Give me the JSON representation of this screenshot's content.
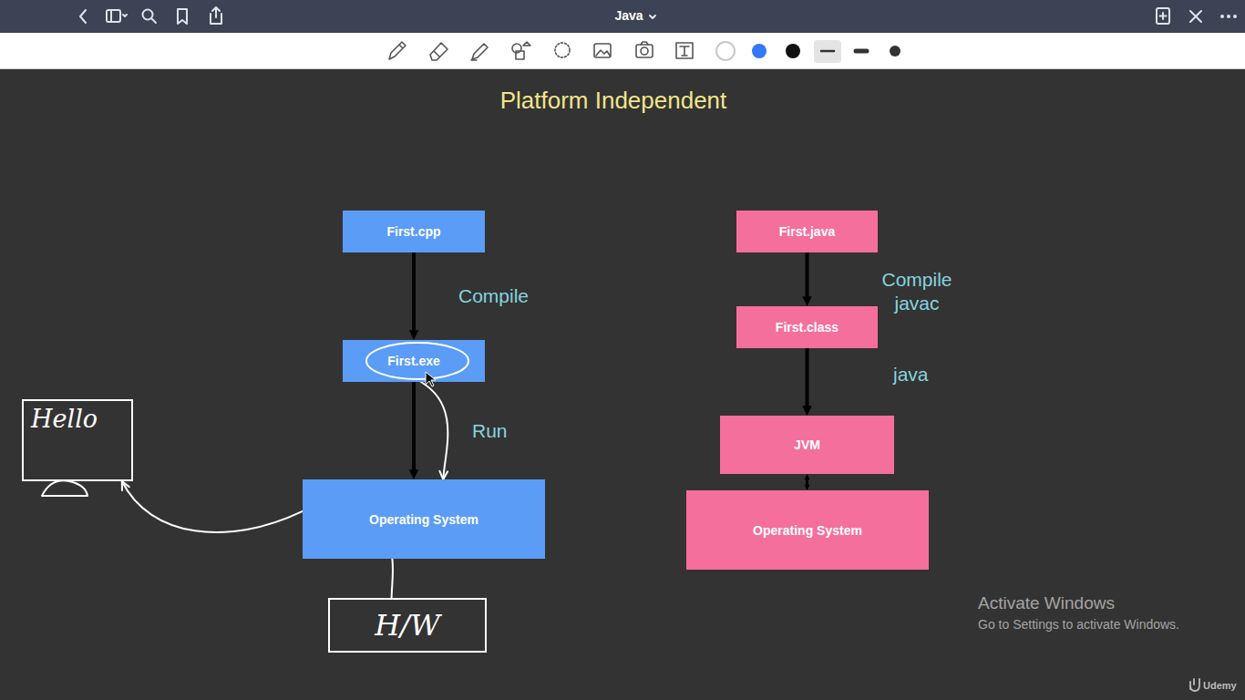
{
  "diagram": {
    "title": "Platform Independent",
    "nodes": [
      {
        "text": [
          "First.cpp"
        ]
      },
      {
        "text": [
          "First.exe"
        ]
      },
      {
        "text": [
          "Operating System"
        ]
      },
      {
        "text": [
          "Hello"
        ]
      },
      {
        "text": [
          "H/W"
        ]
      },
      {
        "text": [
          "First.java"
        ]
      },
      {
        "text": [
          "First.class"
        ]
      },
      {
        "text": [
          "JVM"
        ]
      },
      {
        "text": [
          "Operating System"
        ]
      }
    ],
    "edges": [
      {
        "from": 0,
        "to": 1,
        "arrow": "to",
        "label": "Compile"
      },
      {
        "from": 1,
        "to": 2,
        "arrow": "to",
        "label": "Run"
      },
      {
        "from": 1,
        "to": 2,
        "arrow": "to"
      },
      {
        "from": 2,
        "to": 3,
        "arrow": "to"
      },
      {
        "from": 2,
        "to": 4,
        "arrow": "none"
      },
      {
        "from": 5,
        "to": 6,
        "arrow": "to",
        "label": "Compile javac"
      },
      {
        "from": 6,
        "to": 7,
        "arrow": "to",
        "label": "java"
      },
      {
        "from": 7,
        "to": 8,
        "arrow": "both"
      }
    ],
    "labels": [
      "Java",
      "Activate Windows",
      "Go to Settings to activate Windows.",
      "Udemy"
    ]
  }
}
